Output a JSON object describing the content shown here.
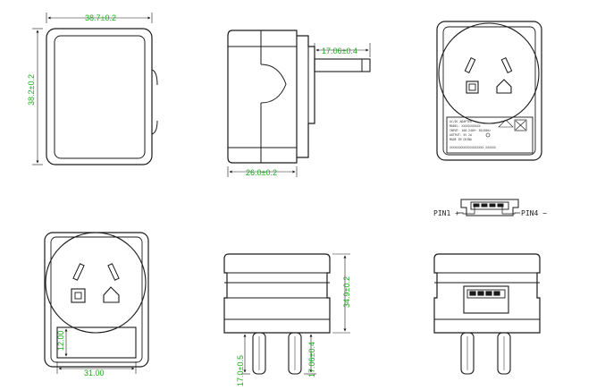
{
  "dimensions": {
    "front_width": "38.7±0.2",
    "front_height": "38.2±0.2",
    "side_pin_length": "17.06±0.4",
    "side_depth": "26.0±0.2",
    "bottom_front_height": "12.00",
    "bottom_front_width": "31.00",
    "plug_height": "34.9±0.2",
    "plug_pin_a": "17.0±0.5",
    "plug_pin_b": "17.06±0.4"
  },
  "usb": {
    "pin1_label": "PIN1 +",
    "pin4_label": "PIN4 −"
  },
  "rating_label_lines": [
    "AC/DC ADAPTER",
    "MODEL: XXXXXXXXXXX",
    "INPUT: 100-240V~ 50/60Hz",
    "OUTPUT: 5V 2A",
    "MADE IN CHINA",
    "XXXXXXXXXXXXXXXXXXXX XXXXXX"
  ],
  "colors": {
    "line": "#1a1a1a",
    "dimension": "#1faa1f"
  }
}
